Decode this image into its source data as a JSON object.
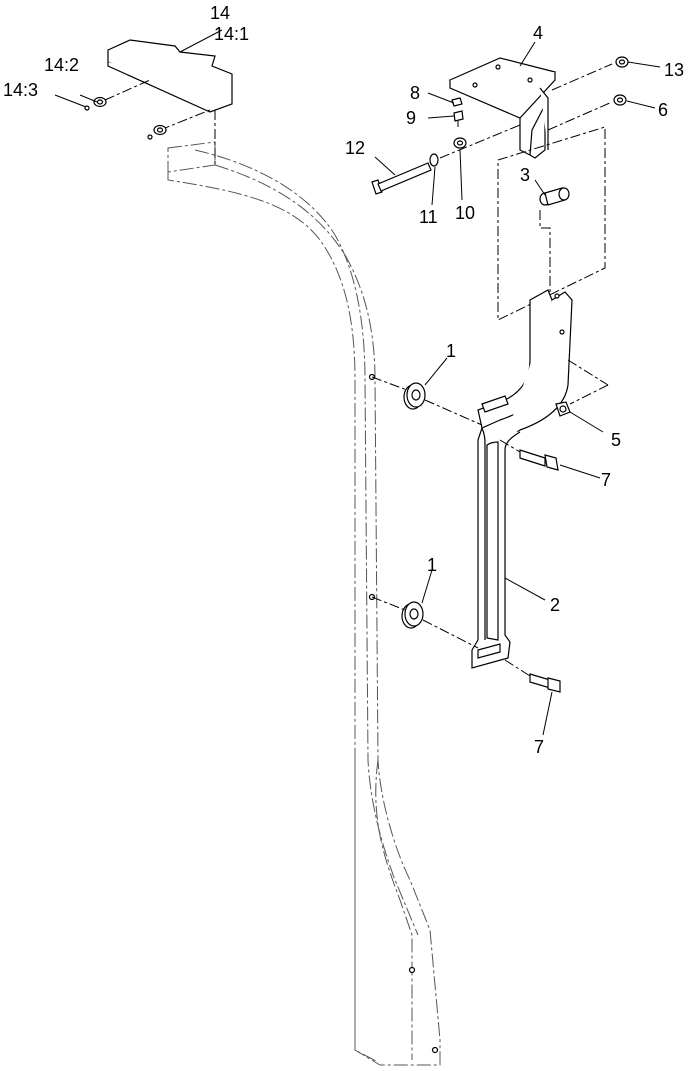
{
  "callouts": {
    "c1a": "1",
    "c1b": "1",
    "c2": "2",
    "c3": "3",
    "c4": "4",
    "c5": "5",
    "c6": "6",
    "c7a": "7",
    "c7b": "7",
    "c8": "8",
    "c9": "9",
    "c10": "10",
    "c11": "11",
    "c12": "12",
    "c13": "13",
    "c14": "14",
    "c14_1": "14:1",
    "c14_2": "14:2",
    "c14_3": "14:3"
  }
}
